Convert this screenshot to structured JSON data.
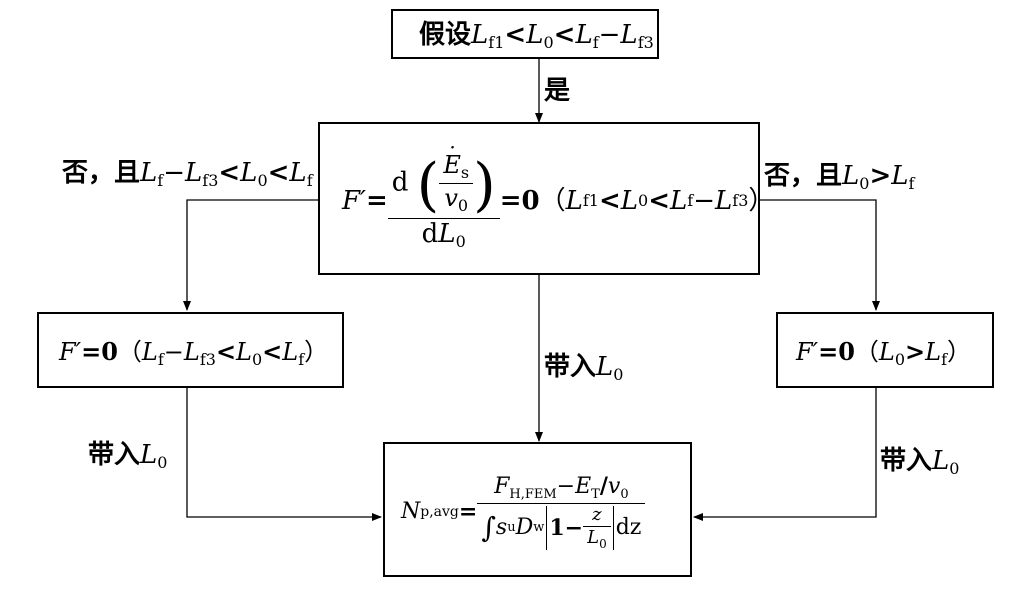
{
  "top_box": {
    "prefix": "假设",
    "condition_parts": [
      "L",
      "f1",
      "<",
      "L",
      "0",
      "<",
      "L",
      "f",
      "−",
      "L",
      "f3"
    ]
  },
  "yes_label": "是",
  "middle_box": {
    "lhs": "F′",
    "equals": "=",
    "d": "d",
    "E": "E",
    "E_sub": "s",
    "v": "v",
    "v_sub": "0",
    "den_d": "d",
    "den_L": "L",
    "den_sub": "0",
    "rhs": "=0",
    "cond_parts": [
      "（",
      "L",
      "f1",
      "<",
      "L",
      "0",
      "<",
      "L",
      "f",
      "−",
      "L",
      "f3",
      "）"
    ]
  },
  "left_branch_label": {
    "prefix": "否，且",
    "parts": [
      "L",
      "f",
      "−",
      "L",
      "f3",
      "<",
      "L",
      "0",
      "<",
      "L",
      "f"
    ]
  },
  "right_branch_label": {
    "prefix": "否，且",
    "parts": [
      "L",
      "0",
      ">",
      "L",
      "f"
    ]
  },
  "left_box": {
    "lhs": "F′",
    "rhs": "=0",
    "parts": [
      "（",
      "L",
      "f",
      "−",
      "L",
      "f3",
      "<",
      "L",
      "0",
      "<",
      "L",
      "f",
      "）"
    ]
  },
  "right_box": {
    "lhs": "F′",
    "rhs": "=0",
    "parts": [
      "（",
      "L",
      "0",
      ">",
      "L",
      "f",
      "）"
    ]
  },
  "substitute_label": {
    "text": "带入",
    "var": "L",
    "sub": "0"
  },
  "bottom_box": {
    "lhs": "N",
    "lhs_sub": "p,avg",
    "equals": "=",
    "num_F": "F",
    "num_F_sub": "H,FEM",
    "num_minus": "−",
    "num_E": "E",
    "num_E_sub": "T",
    "num_slash": "/",
    "num_v": "v",
    "num_v_sub": "0",
    "den_int": "∫",
    "den_s": "s",
    "den_s_sub": "u",
    "den_D": "D",
    "den_D_sub": "w",
    "den_one": "1−",
    "den_z": "z",
    "den_L": "L",
    "den_L_sub": "0",
    "den_dz": "dz"
  }
}
